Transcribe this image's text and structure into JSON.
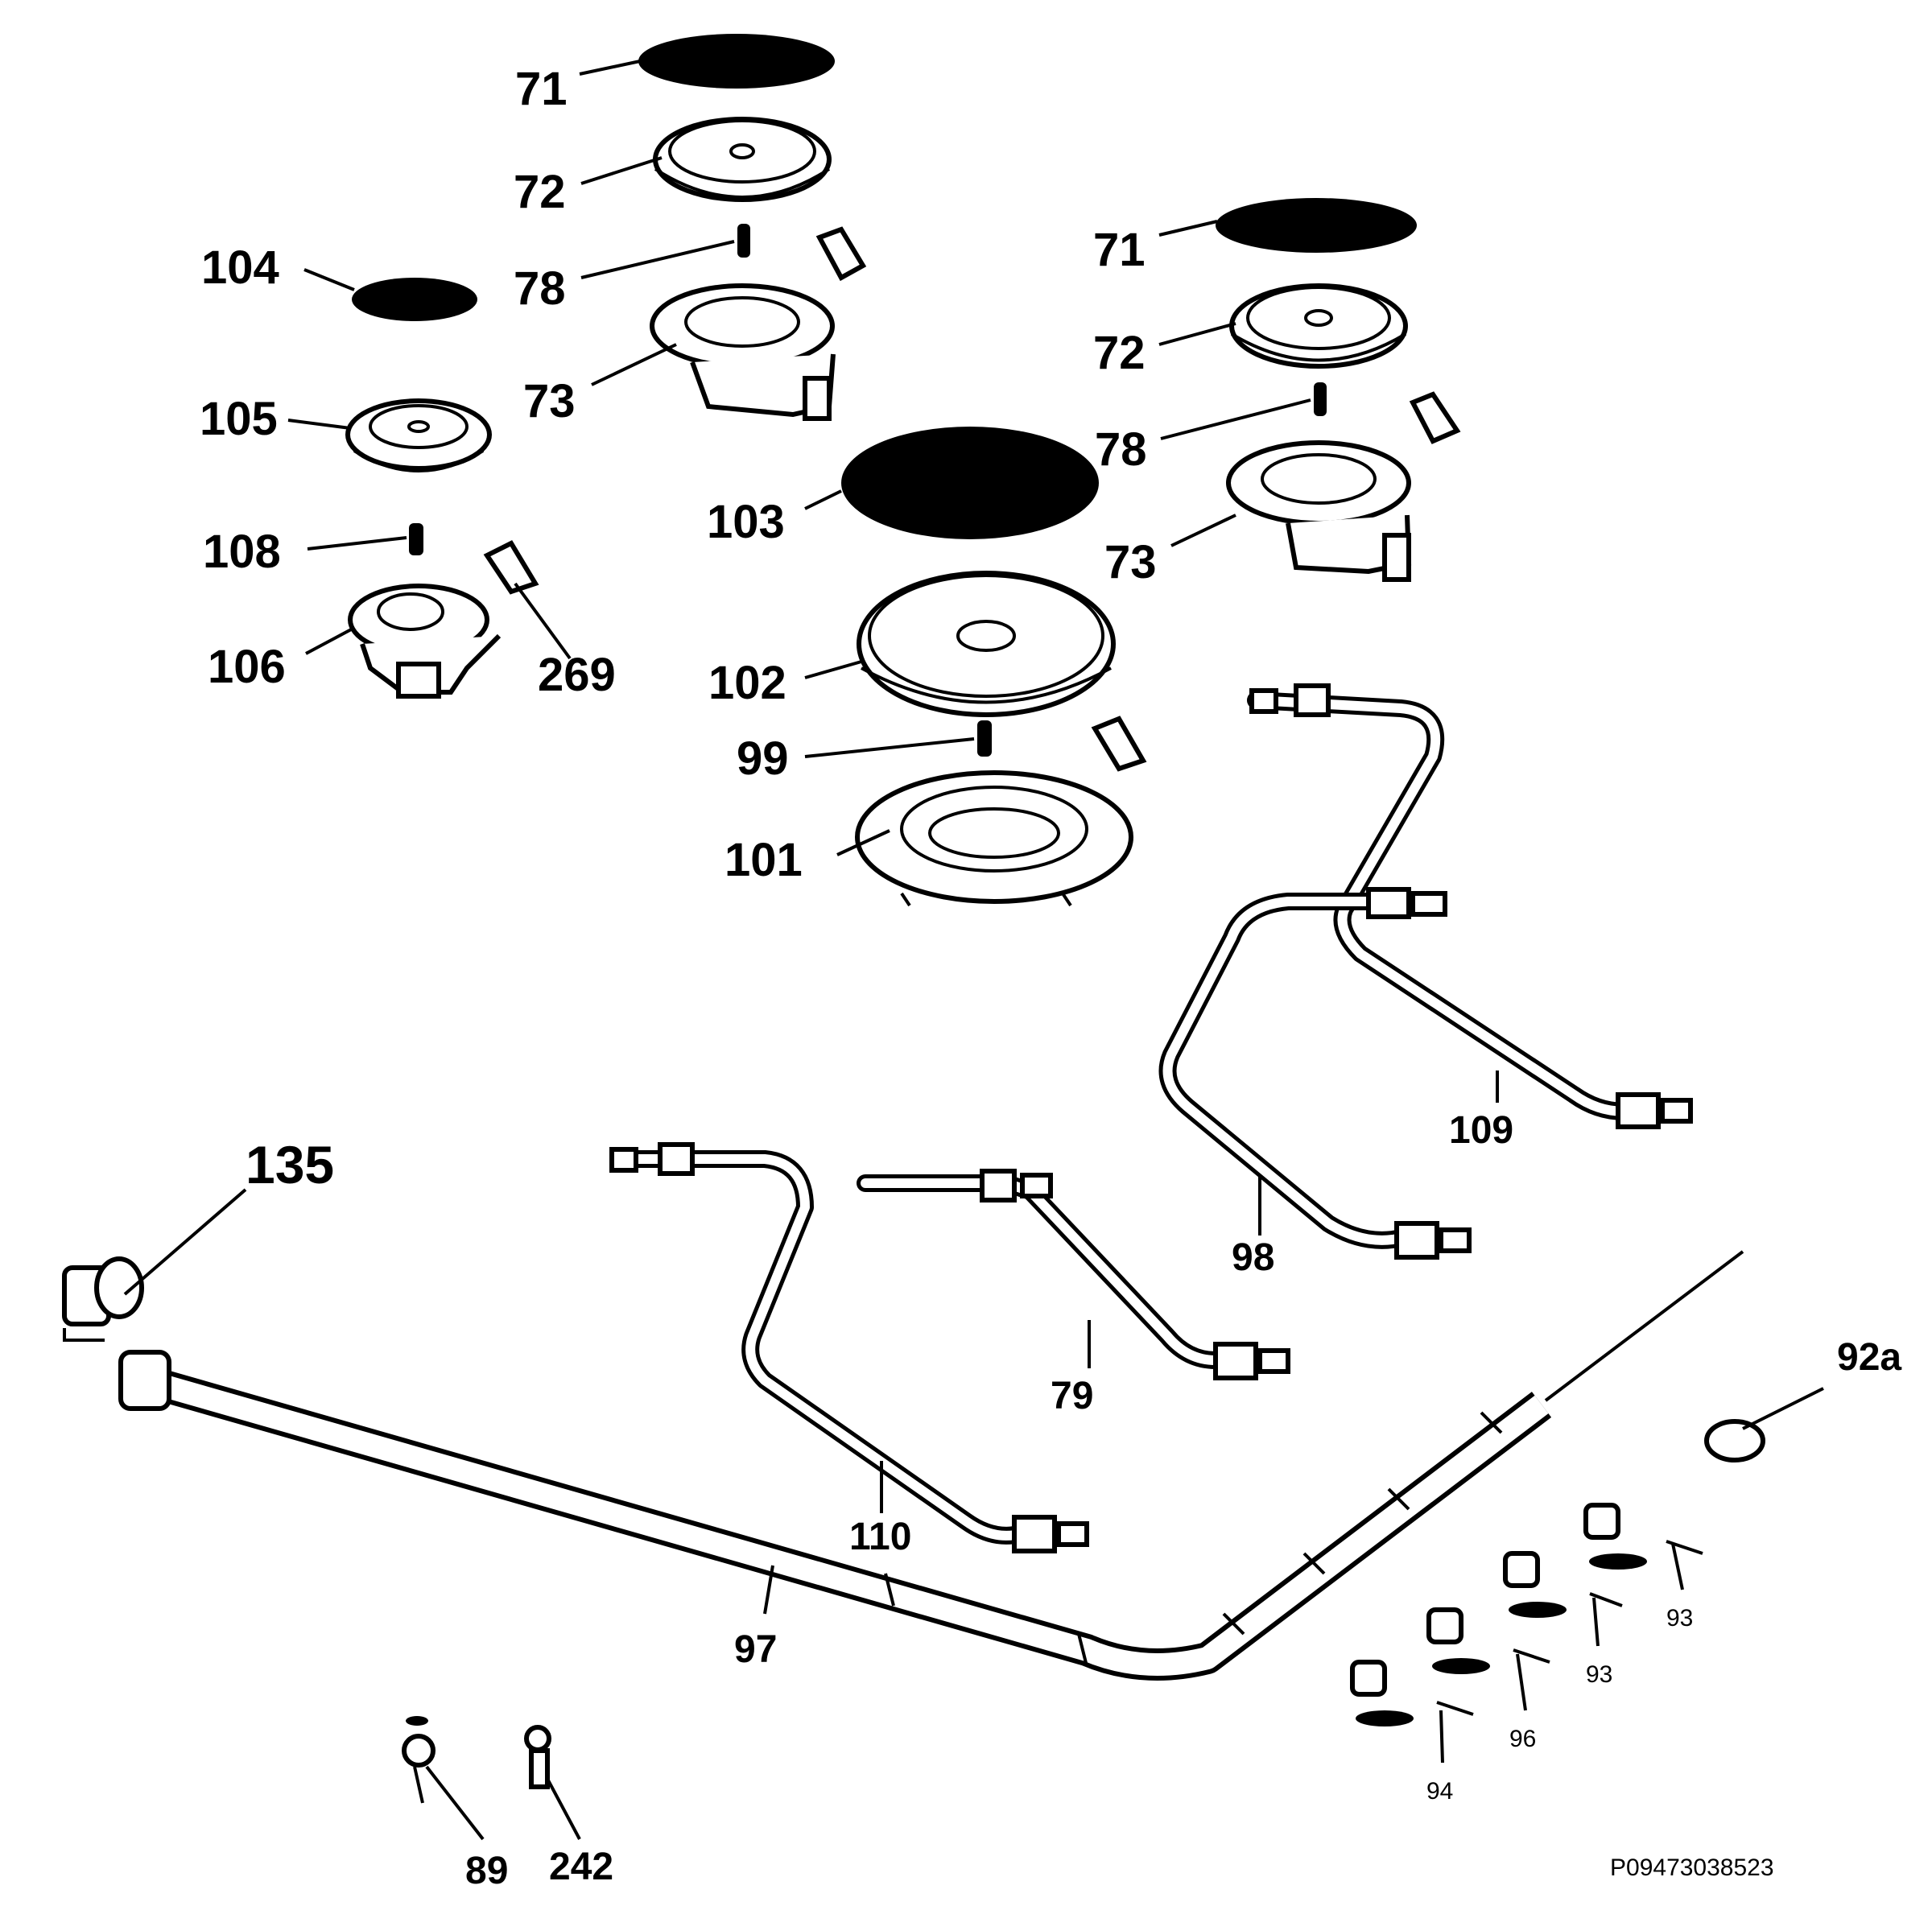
{
  "parts": [
    {
      "key": "p71a",
      "label": "71"
    },
    {
      "key": "p72a",
      "label": "72"
    },
    {
      "key": "p78a",
      "label": "78"
    },
    {
      "key": "p73a",
      "label": "73"
    },
    {
      "key": "p104",
      "label": "104"
    },
    {
      "key": "p105",
      "label": "105"
    },
    {
      "key": "p108",
      "label": "108"
    },
    {
      "key": "p106",
      "label": "106"
    },
    {
      "key": "p269",
      "label": "269"
    },
    {
      "key": "p71b",
      "label": "71"
    },
    {
      "key": "p72b",
      "label": "72"
    },
    {
      "key": "p78b",
      "label": "78"
    },
    {
      "key": "p73b",
      "label": "73"
    },
    {
      "key": "p103",
      "label": "103"
    },
    {
      "key": "p102",
      "label": "102"
    },
    {
      "key": "p99",
      "label": "99"
    },
    {
      "key": "p101",
      "label": "101"
    },
    {
      "key": "p109",
      "label": "109"
    },
    {
      "key": "p98",
      "label": "98"
    },
    {
      "key": "p135",
      "label": "135"
    },
    {
      "key": "p79",
      "label": "79"
    },
    {
      "key": "p110",
      "label": "110"
    },
    {
      "key": "p97",
      "label": "97"
    },
    {
      "key": "p92a",
      "label": "92a"
    },
    {
      "key": "p93a",
      "label": "93"
    },
    {
      "key": "p93b",
      "label": "93"
    },
    {
      "key": "p96",
      "label": "96"
    },
    {
      "key": "p94",
      "label": "94"
    },
    {
      "key": "p89",
      "label": "89"
    },
    {
      "key": "p242",
      "label": "242"
    }
  ],
  "drawing_code": "P09473038523"
}
